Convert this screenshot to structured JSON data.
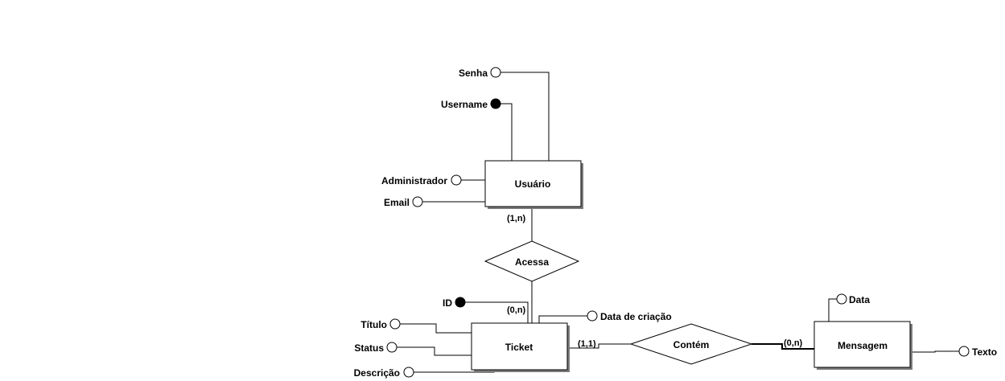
{
  "entities": {
    "usuario": "Usuário",
    "ticket": "Ticket",
    "mensagem": "Mensagem"
  },
  "relationships": {
    "acessa": "Acessa",
    "contem": "Contém"
  },
  "attributes": {
    "senha": {
      "label": "Senha",
      "key": false
    },
    "username": {
      "label": "Username",
      "key": true
    },
    "administrador": {
      "label": "Administrador",
      "key": false
    },
    "email": {
      "label": "Email",
      "key": false
    },
    "id": {
      "label": "ID",
      "key": true
    },
    "titulo": {
      "label": "Título",
      "key": false
    },
    "status": {
      "label": "Status",
      "key": false
    },
    "descricao": {
      "label": "Descrição",
      "key": false
    },
    "data_criacao": {
      "label": "Data de criação",
      "key": false
    },
    "data": {
      "label": "Data",
      "key": false
    },
    "texto": {
      "label": "Texto",
      "key": false
    }
  },
  "cardinalities": {
    "usuario_acessa": "(1,n)",
    "ticket_acessa": "(0,n)",
    "ticket_contem": "(1,1)",
    "mensagem_contem": "(0,n)"
  },
  "colors": {
    "line": "#000000",
    "shadow": "#7a7a7a",
    "fill": "#ffffff"
  }
}
